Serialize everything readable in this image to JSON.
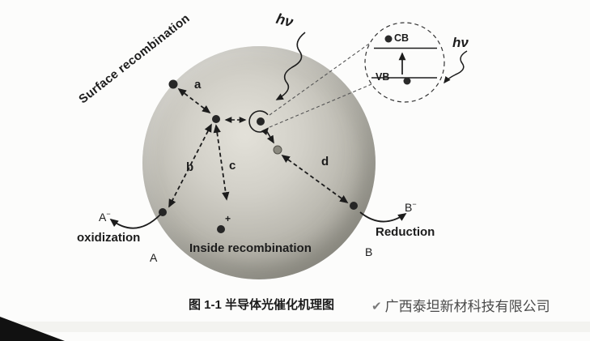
{
  "figure": {
    "sphere": {
      "surface_recombination": "Surface recombination",
      "inside_recombination": "Inside recombination",
      "paths": {
        "a": "a",
        "b": "b",
        "c": "c",
        "d": "d"
      },
      "hole_sign": "+"
    },
    "photon": {
      "main": "hν",
      "inset": "hν"
    },
    "inset": {
      "cb": "CB",
      "vb": "VB"
    },
    "oxidation": {
      "label": "oxidization",
      "product_base": "A",
      "product_sup": "−",
      "reactant": "A"
    },
    "reduction": {
      "label": "Reduction",
      "product_base": "B",
      "product_sup": "−",
      "reactant": "B"
    },
    "caption": "图 1-1 半导体光催化机理图",
    "watermark": {
      "logo": "✔",
      "company": "广西泰坦新材科技有限公司"
    },
    "colors": {
      "ink": "#1c1c1c",
      "sphere_center": "#e3e1d9",
      "sphere_edge": "#868379",
      "gray_dot": "#8b897f",
      "watermark_text": "#4a4a4a",
      "corner_triangle": "#111111"
    }
  }
}
